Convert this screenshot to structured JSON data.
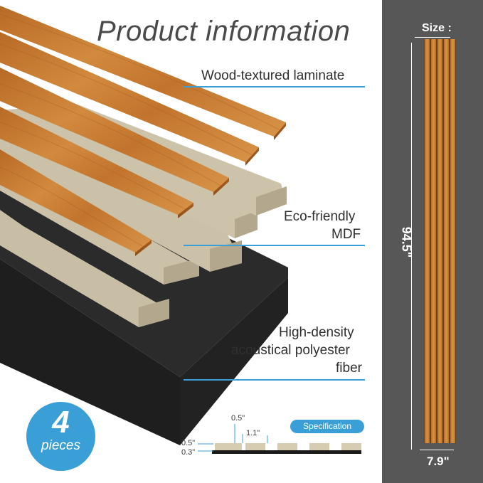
{
  "title": "Product information",
  "labels": {
    "laminate": "Wood-textured laminate",
    "mdf_line1": "Eco-friendly",
    "mdf_line2": "MDF",
    "fiber_line1": "High-density",
    "fiber_line2": "acoustical polyester",
    "fiber_line3": "fiber"
  },
  "badge": {
    "number": "4",
    "word": "pieces"
  },
  "specification": {
    "pill_label": "Specification",
    "slat_width": "0.5\"",
    "gap": "1.1\"",
    "slat_depth": "0.5\"",
    "felt_depth": "0.3\""
  },
  "size": {
    "title": "Size :",
    "height": "94.5\"",
    "width": "7.9\""
  },
  "colors": {
    "accent": "#3a9fd6",
    "panel": "#575757",
    "wood": "#c97a2e",
    "mdf": "#c8bea6",
    "felt": "#2b2b2b"
  },
  "icons": [
    "wood-laminate-strip-illustration",
    "mdf-strip-illustration",
    "felt-board-illustration",
    "panel-front-view-illustration"
  ]
}
